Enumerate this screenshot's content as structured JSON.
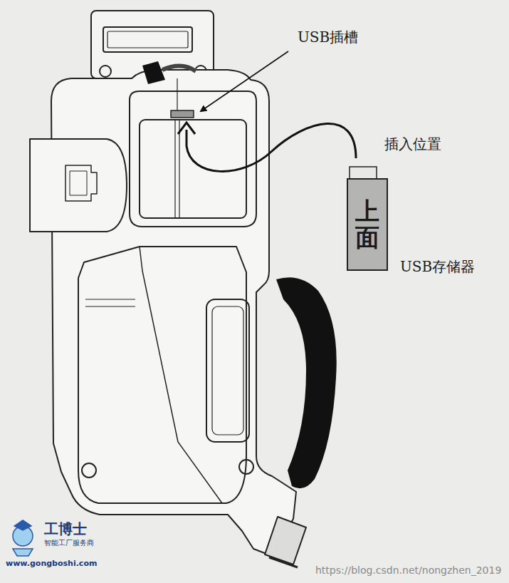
{
  "diagram": {
    "nodes": [
      {
        "text": [
          "上面"
        ]
      }
    ],
    "labels": [
      "USB插槽",
      "插入位置",
      "USB存储器",
      "工博士",
      "智能工厂服务商",
      "www.gongboshi.com",
      "https://blog.csdn.net/nongzhen_2019"
    ]
  }
}
